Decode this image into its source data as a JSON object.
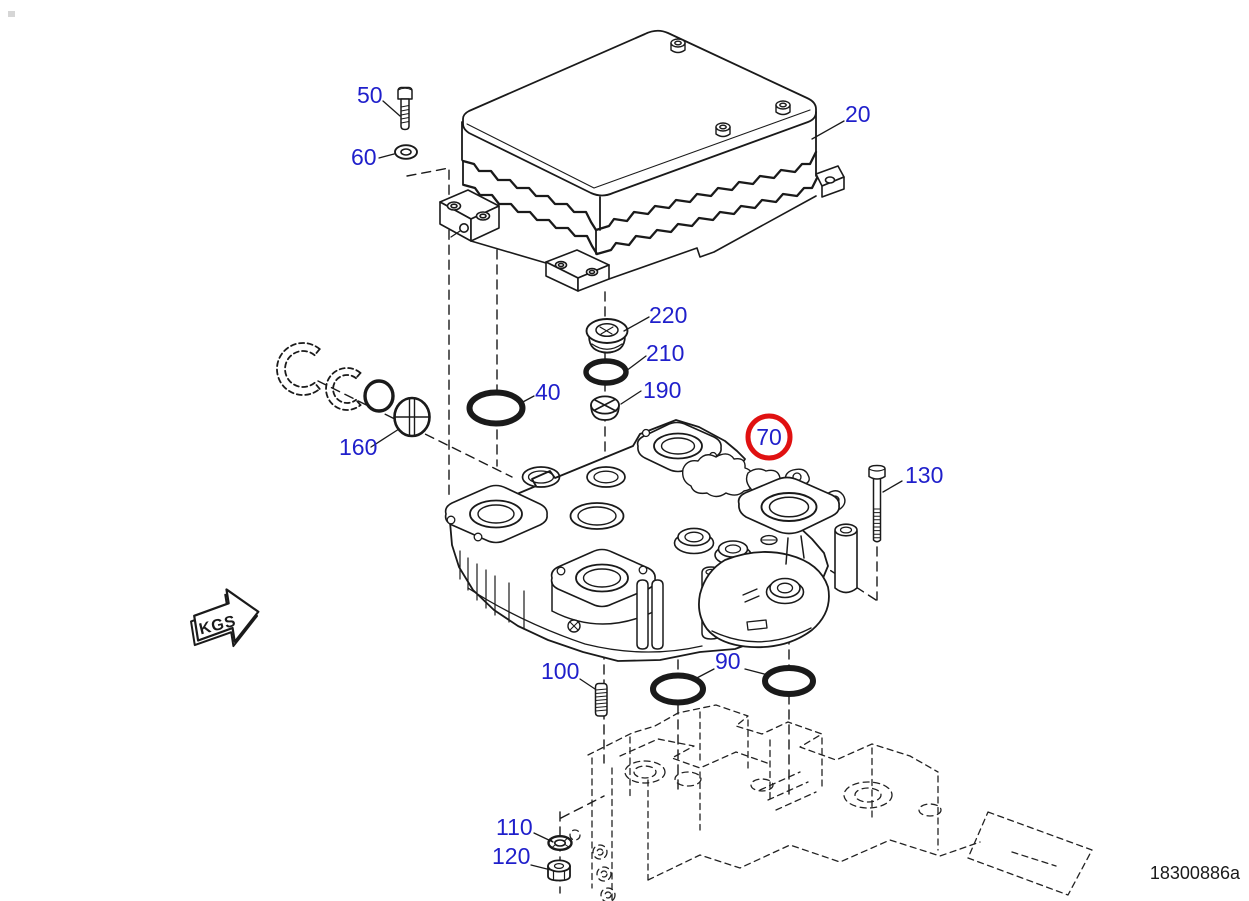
{
  "diagram": {
    "drawing_number": "18300886a",
    "weight_arrow_label": "KGS",
    "highlighted_callout": "70",
    "colors": {
      "callout_text": "#1f1fcb",
      "highlight_ring": "#e01111",
      "line_art": "#1a1a1a",
      "background": "#ffffff"
    },
    "callouts": [
      {
        "ref": "50",
        "highlighted": false
      },
      {
        "ref": "60",
        "highlighted": false
      },
      {
        "ref": "20",
        "highlighted": false
      },
      {
        "ref": "220",
        "highlighted": false
      },
      {
        "ref": "210",
        "highlighted": false
      },
      {
        "ref": "190",
        "highlighted": false
      },
      {
        "ref": "40",
        "highlighted": false
      },
      {
        "ref": "160",
        "highlighted": false
      },
      {
        "ref": "70",
        "highlighted": true
      },
      {
        "ref": "130",
        "highlighted": false
      },
      {
        "ref": "100",
        "highlighted": false
      },
      {
        "ref": "90",
        "highlighted": false
      },
      {
        "ref": "110",
        "highlighted": false
      },
      {
        "ref": "120",
        "highlighted": false
      }
    ]
  }
}
